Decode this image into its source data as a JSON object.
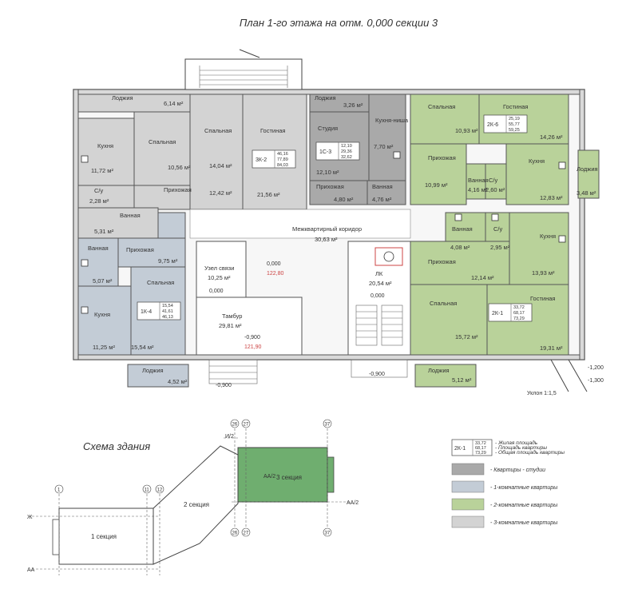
{
  "title": "План 1-го этажа на отм. 0,000 секции 3",
  "colors": {
    "studio": "#a9a9a9",
    "one_room": "#c3ccd6",
    "two_room": "#b9d29a",
    "three_room": "#d3d3d3",
    "green_section": "#6fae6f",
    "wall": "#d9d9d9"
  },
  "rooms": [
    {
      "label": "Лоджия",
      "area": "6,14 м²"
    },
    {
      "label": "Кухня",
      "area": "11,72 м²"
    },
    {
      "label": "Спальная",
      "area": "10,56 м²"
    },
    {
      "label": "Спальная",
      "area": "14,04 м²"
    },
    {
      "label": "Гостиная",
      "area": "21,56 м²"
    },
    {
      "label": "Прихожая",
      "area": "12,42 м²"
    },
    {
      "label": "С/у",
      "area": "2,28 м²"
    },
    {
      "label": "Ванная",
      "area": "5,31 м²"
    },
    {
      "label": "Лоджия",
      "area": "3,26 м²"
    },
    {
      "label": "Студия",
      "area": "12,10 м²"
    },
    {
      "label": "Кухня-ниша",
      "area": "7,70 м²"
    },
    {
      "label": "Прихожая",
      "area": "4,80 м²"
    },
    {
      "label": "Ванная",
      "area": "4,76 м²"
    },
    {
      "label": "Спальная",
      "area": "10,93 м²"
    },
    {
      "label": "Гостиная",
      "area": "14,26 м²"
    },
    {
      "label": "Прихожая",
      "area": "10,99 м²"
    },
    {
      "label": "Ванная",
      "area": "4,16 м²"
    },
    {
      "label": "С/у",
      "area": "2,60 м²"
    },
    {
      "label": "Кухня",
      "area": "12,83 м²"
    },
    {
      "label": "Лоджия",
      "area": "3,48 м²"
    },
    {
      "label": "Ванная",
      "area": "4,08 м²"
    },
    {
      "label": "С/у",
      "area": "2,95 м²"
    },
    {
      "label": "Кухня",
      "area": "13,93 м²"
    },
    {
      "label": "Прихожая",
      "area": "12,14 м²"
    },
    {
      "label": "Спальная",
      "area": "15,72 м²"
    },
    {
      "label": "Гостиная",
      "area": "19,31 м²"
    },
    {
      "label": "Лоджия",
      "area": "5,12 м²"
    },
    {
      "label": "Ванная",
      "area": "5,07 м²"
    },
    {
      "label": "Прихожая",
      "area": "9,75 м²"
    },
    {
      "label": "Спальная",
      "area": "15,54 м²"
    },
    {
      "label": "Кухня",
      "area": "11,25 м²"
    },
    {
      "label": "Лоджия",
      "area": "4,52 м²"
    },
    {
      "label": "Межквартирный коридор",
      "area": "30,63 м²"
    },
    {
      "label": "Узел связи",
      "area": "10,25 м²"
    },
    {
      "label": "Тамбур",
      "area": "29,81 м²"
    },
    {
      "label": "ЛК",
      "area": "20,54 м²"
    }
  ],
  "apartments": [
    {
      "code": "3К-2",
      "living": "46,16",
      "apt": "77,89",
      "total": "84,03"
    },
    {
      "code": "1С-3",
      "living": "12,10",
      "apt": "29,36",
      "total": "32,62"
    },
    {
      "code": "2К-6",
      "living": "25,19",
      "apt": "55,77",
      "total": "59,25"
    },
    {
      "code": "2К-1",
      "living": "33,72",
      "apt": "68,17",
      "total": "73,29"
    },
    {
      "code": "1К-4",
      "living": "15,54",
      "apt": "41,61",
      "total": "46,13"
    }
  ],
  "levels": {
    "l1": "0,000",
    "l2": "0,000",
    "l3": "0,000",
    "l4": "122,80",
    "l5": "-0,900",
    "l6": "121,90",
    "l7": "-0,900",
    "l8": "-0,900",
    "l9": "-1,200",
    "l10": "-1,300",
    "slope": "Уклон 1:1,5"
  },
  "schema": {
    "title": "Схема здания",
    "section1": "1 секция",
    "section2": "2 секция",
    "section3": "3 секция",
    "aa2": "АА/2",
    "aa": "АА",
    "zh": "Ж",
    "i2": "И/2",
    "axes": [
      "11",
      "12",
      "26",
      "27",
      "37",
      "1"
    ]
  },
  "legend": {
    "code": "2К-1",
    "v1": "33,72",
    "v2": "68,17",
    "v3": "73,29",
    "d1": "- Жилая площадь",
    "d2": "- Площадь квартиры",
    "d3": "- Общая площадь квартиры",
    "items": [
      {
        "label": "- Квартиры - студии"
      },
      {
        "label": "- 1-комнатные квартиры"
      },
      {
        "label": "- 2-комнатные квартиры"
      },
      {
        "label": "- 3-комнатные квартиры"
      }
    ]
  }
}
